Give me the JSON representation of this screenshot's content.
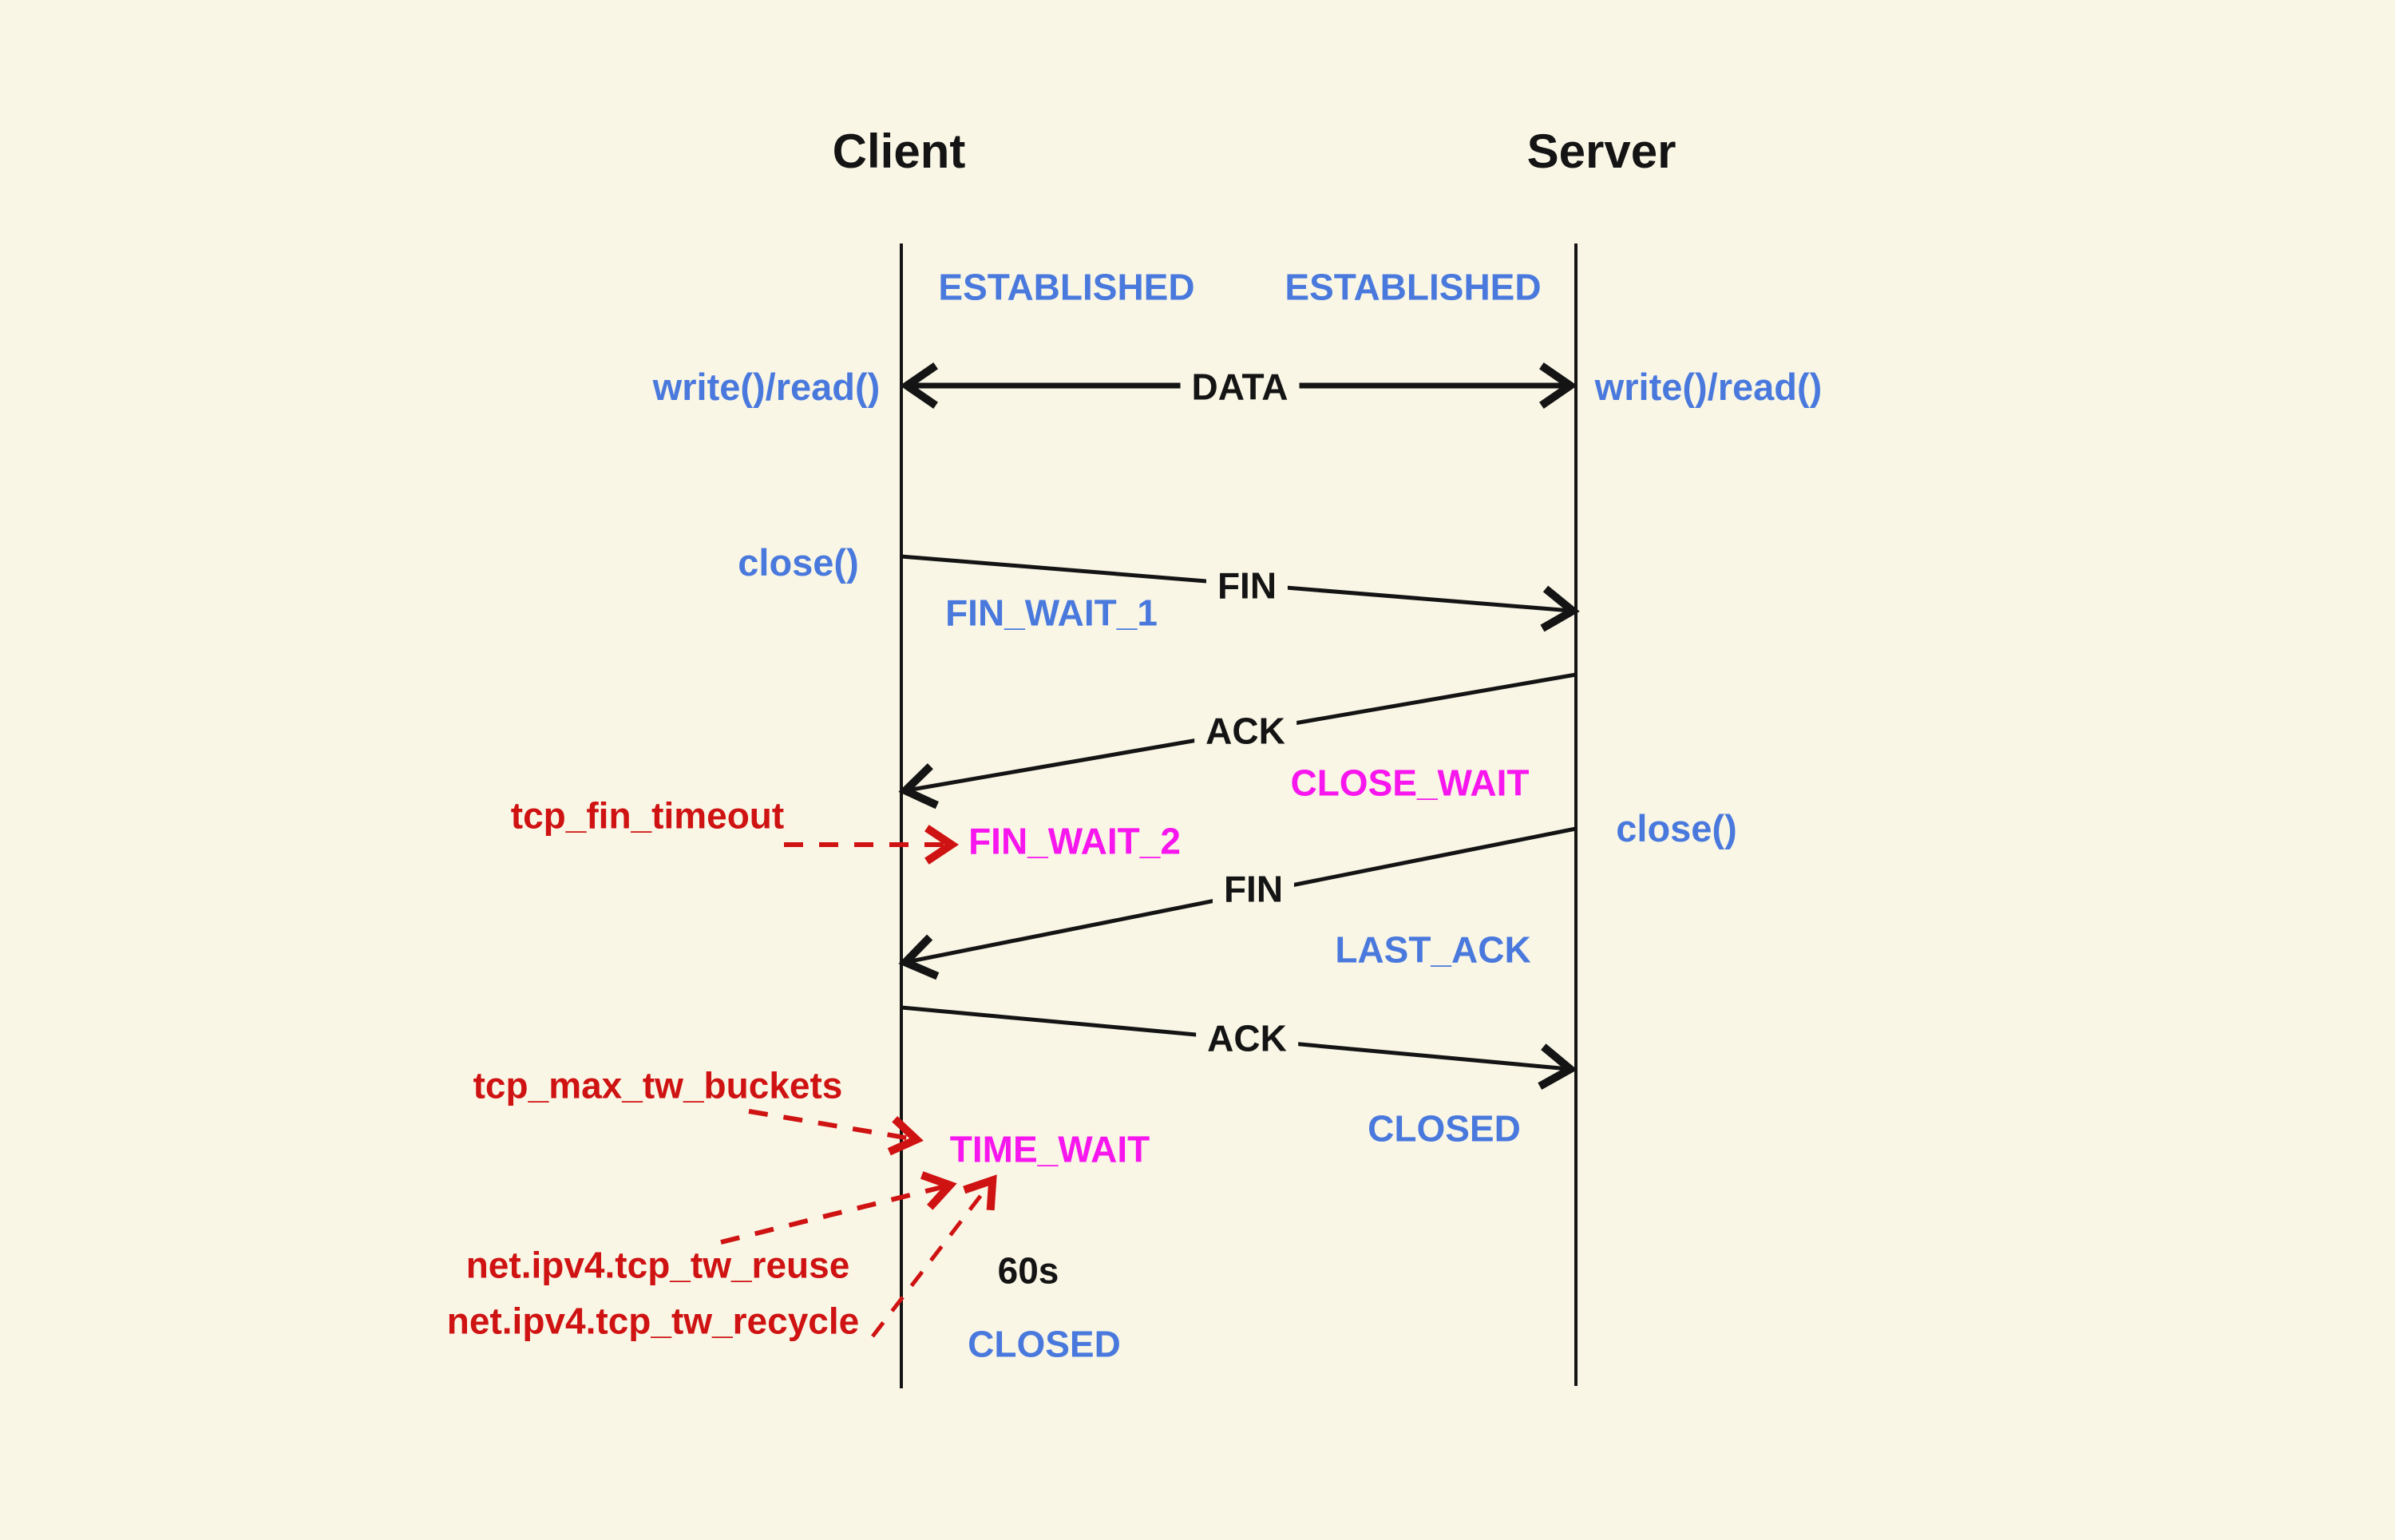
{
  "colors": {
    "background": "#f9f6e6",
    "blue": "#4a79dd",
    "magenta": "#f816ee",
    "red": "#cf1212",
    "black": "#141414"
  },
  "diagram": {
    "client_title": "Client",
    "server_title": "Server",
    "client_states": {
      "established": "ESTABLISHED",
      "fin_wait_1": "FIN_WAIT_1",
      "fin_wait_2": "FIN_WAIT_2",
      "time_wait": "TIME_WAIT",
      "closed": "CLOSED"
    },
    "server_states": {
      "established": "ESTABLISHED",
      "close_wait": "CLOSE_WAIT",
      "last_ack": "LAST_ACK",
      "closed": "CLOSED"
    },
    "messages": {
      "data": "DATA",
      "fin_1": "FIN",
      "ack_1": "ACK",
      "fin_2": "FIN",
      "ack_2": "ACK"
    },
    "api_calls": {
      "client_write_read": "write()/read()",
      "server_write_read": "write()/read()",
      "client_close": "close()",
      "server_close": "close()"
    },
    "annotations": {
      "tcp_fin_timeout": "tcp_fin_timeout",
      "tcp_max_tw_buckets": "tcp_max_tw_buckets",
      "tcp_tw_reuse": "net.ipv4.tcp_tw_reuse",
      "tcp_tw_recycle": "net.ipv4.tcp_tw_recycle",
      "time_wait_duration": "60s"
    }
  }
}
